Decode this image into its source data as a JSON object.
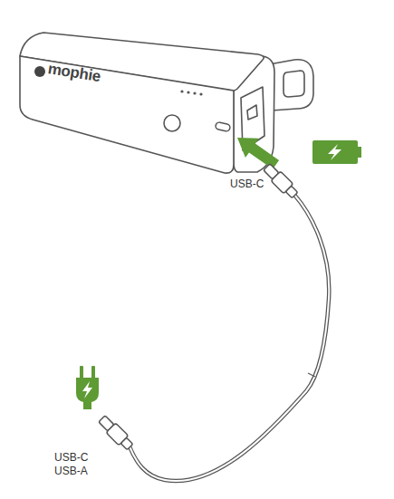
{
  "diagram": {
    "labels": [
      "mophie",
      "USB-C",
      "USB-C",
      "USB-A"
    ]
  }
}
